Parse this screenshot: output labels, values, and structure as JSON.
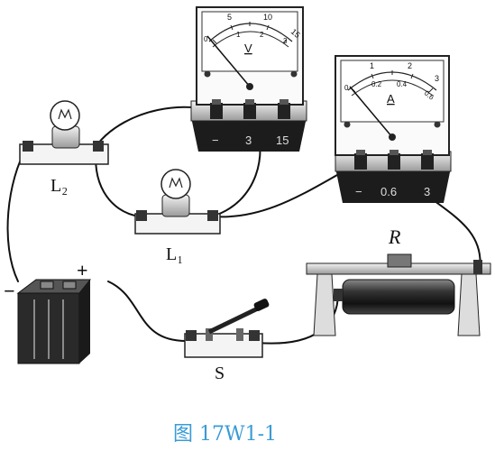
{
  "caption": "图 17W1-1",
  "labels": {
    "lamp1": "L₁",
    "lamp2": "L₂",
    "switch": "S",
    "rheostat": "R",
    "battery_minus": "−",
    "battery_plus": "+"
  },
  "voltmeter": {
    "symbol": "V",
    "scale_outer": [
      "5",
      "10",
      "15"
    ],
    "scale_inner": [
      "0",
      "1",
      "2",
      "3"
    ],
    "terminals": [
      "−",
      "3",
      "15"
    ]
  },
  "ammeter": {
    "symbol": "A",
    "scale_outer": [
      "1",
      "2",
      "3"
    ],
    "scale_inner": [
      "0",
      "0.2",
      "0.4",
      "0.6"
    ],
    "terminals": [
      "−",
      "0.6",
      "3"
    ]
  }
}
